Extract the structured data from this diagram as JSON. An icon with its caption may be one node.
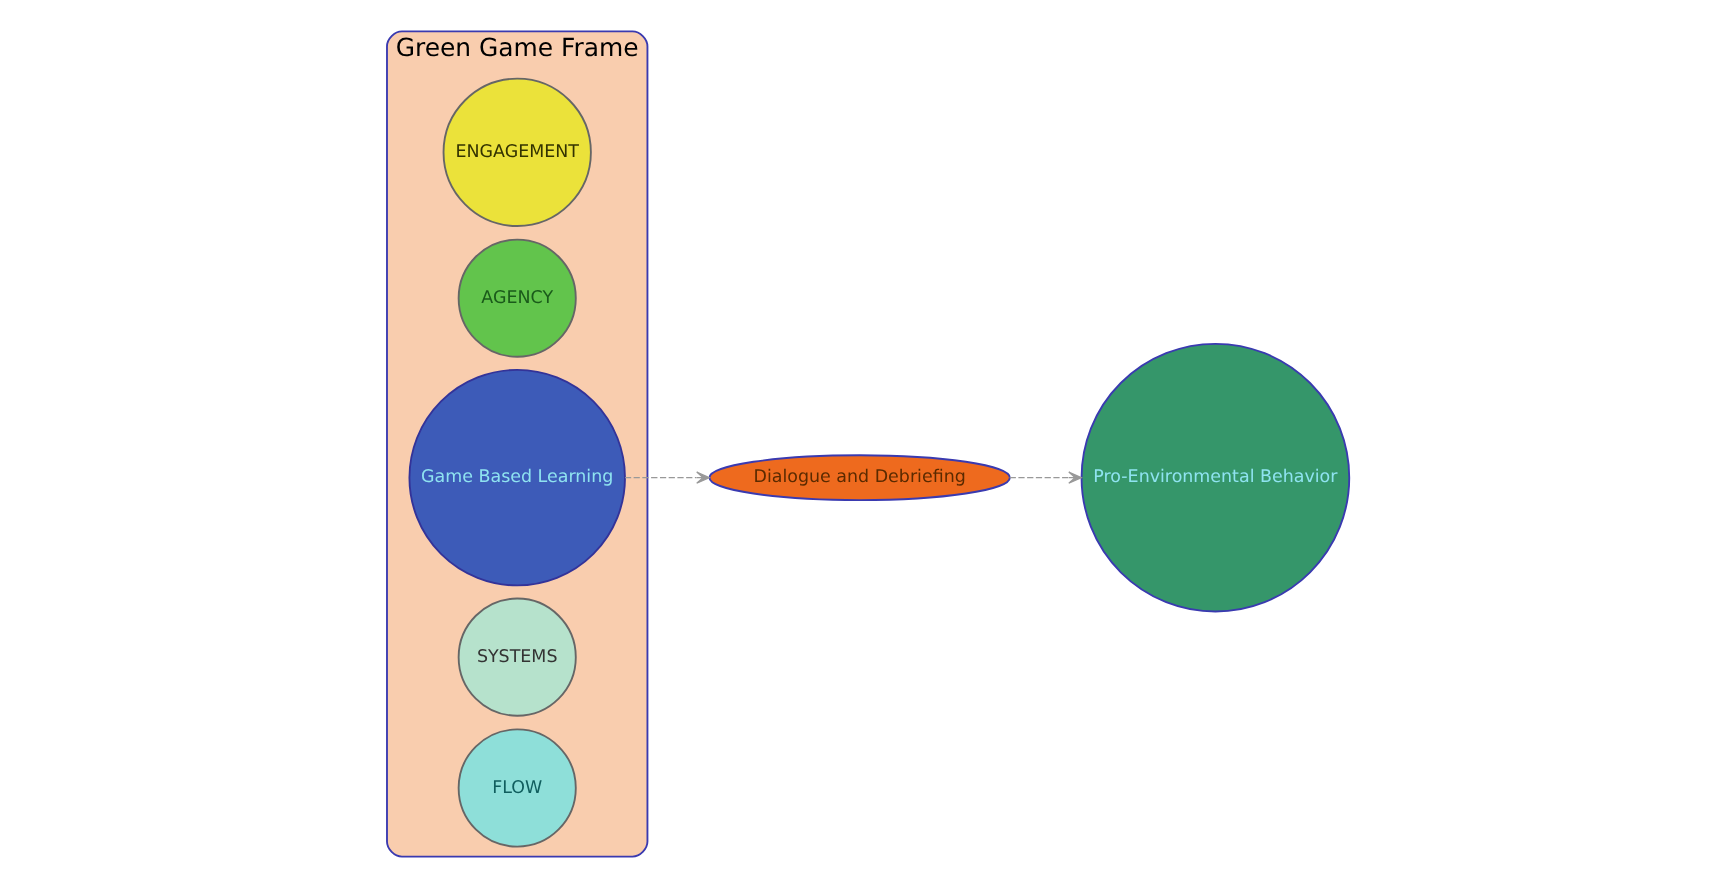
{
  "diagram": {
    "nodes": [
      {
        "text": [
          "Green Game Frame"
        ]
      },
      {
        "text": [
          "ENGAGEMENT"
        ],
        "in": 0
      },
      {
        "text": [
          "AGENCY"
        ],
        "in": 0
      },
      {
        "text": [
          "Game Based Learning"
        ],
        "in": 0
      },
      {
        "text": [
          "SYSTEMS"
        ],
        "in": 0
      },
      {
        "text": [
          "FLOW"
        ],
        "in": 0
      },
      {
        "text": [
          "Dialogue and Debriefing"
        ]
      },
      {
        "text": [
          "Pro-Environmental Behavior"
        ]
      }
    ],
    "edges": [
      {
        "from": 3,
        "to": 6,
        "arrow": "to",
        "style": "dashed",
        "color": "#999999"
      },
      {
        "from": 6,
        "to": 7,
        "arrow": "to",
        "style": "dashed",
        "color": "#999999"
      }
    ]
  }
}
